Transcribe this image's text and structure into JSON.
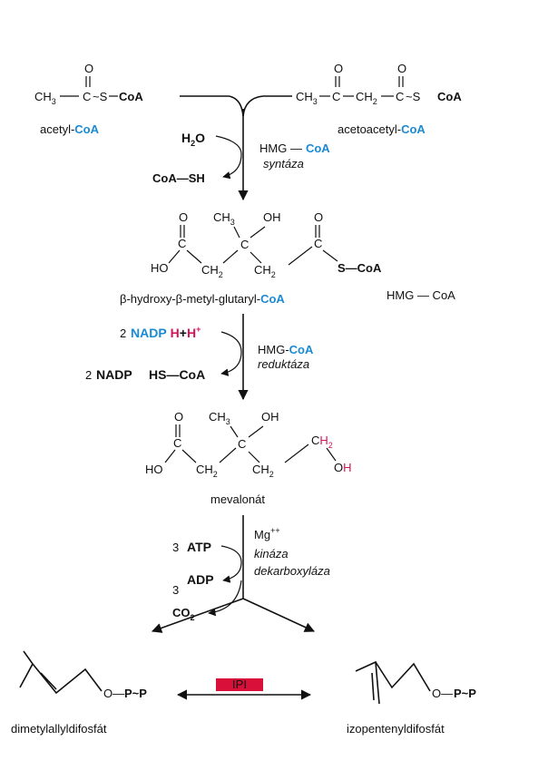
{
  "colors": {
    "coa_blue": "#1a8ad4",
    "nadp_blue": "#1a8ad4",
    "h_red": "#d4145a",
    "atp_red": "#d4145a",
    "adp_green": "#1aa88a",
    "phosphate_yellow": "#e0b000",
    "ipi_box": "#d8103a"
  },
  "top": {
    "acetyl_ch3": "CH",
    "acetyl_c": "C",
    "acetyl_o": "O",
    "acetyl_s": "~S",
    "acetyl_coa_grp": "CoA",
    "acetyl_label_black": "acetyl-",
    "acetyl_label_blue": "CoA",
    "acetoacetyl_ch3": "CH",
    "acetoacetyl_c1": "C",
    "acetoacetyl_ch2": "CH",
    "acetoacetyl_c2": "C",
    "acetoacetyl_s": "~S",
    "acetoacetyl_coa_grp": "CoA",
    "acetoacetyl_label_black": "acetoacetyl-",
    "acetoacetyl_label_blue": "CoA",
    "o": "O"
  },
  "step1": {
    "h2o": "H",
    "h2o_sub": "2",
    "h2o_o": "O",
    "coash": "CoA—SH",
    "enzyme_line1_black": "HMG —",
    "enzyme_line1_blue": "CoA",
    "enzyme_line2": "syntáza"
  },
  "hmg": {
    "o": "O",
    "ch3": "CH",
    "ch3_sub": "3",
    "oh": "OH",
    "c": "C",
    "ho": "HO",
    "ch2": "CH",
    "ch2_sub": "2",
    "s_coa": "S—CoA",
    "label_black": "β-hydroxy-β-metyl-glutaryl-",
    "label_blue": "CoA",
    "side_label": "HMG — CoA"
  },
  "step2": {
    "coef_top": "2",
    "nadp_top": "NADP",
    "h_top": "H",
    "plus": "+",
    "hplus": "H",
    "hplus_sup": "+",
    "coef_bottom": "2",
    "nadp_bottom": "NADP",
    "hs_coa": "HS—CoA",
    "enzyme_line1_black": "HMG-",
    "enzyme_line1_blue": "CoA",
    "enzyme_line2": "reduktáza"
  },
  "mevalonate": {
    "o": "O",
    "ch3": "CH",
    "ch3_sub": "3",
    "oh": "OH",
    "c": "C",
    "ho": "HO",
    "ch2": "CH",
    "ch2_sub": "2",
    "ch2_red_c": "C",
    "ch2_red_h": "H",
    "ch2_red_sub": "2",
    "end_o": "O",
    "end_h": "H",
    "label": "mevalonát"
  },
  "step3": {
    "coef_atp": "3",
    "atp": "ATP",
    "coef_adp": "3",
    "adp": "ADP",
    "co2": "CO",
    "co2_sub": "2",
    "mg": "Mg",
    "mg_sup": "++",
    "enzyme_line1": "kináza",
    "enzyme_line2": "dekarboxyláza"
  },
  "bottom": {
    "o_left": "O—",
    "pp_left": "P~P",
    "label_left": "dimetylallyldifosfát",
    "ipi": "IPI",
    "o_right": "O—",
    "pp_right": "P~P",
    "label_right": "izopentenyldifosfát"
  }
}
